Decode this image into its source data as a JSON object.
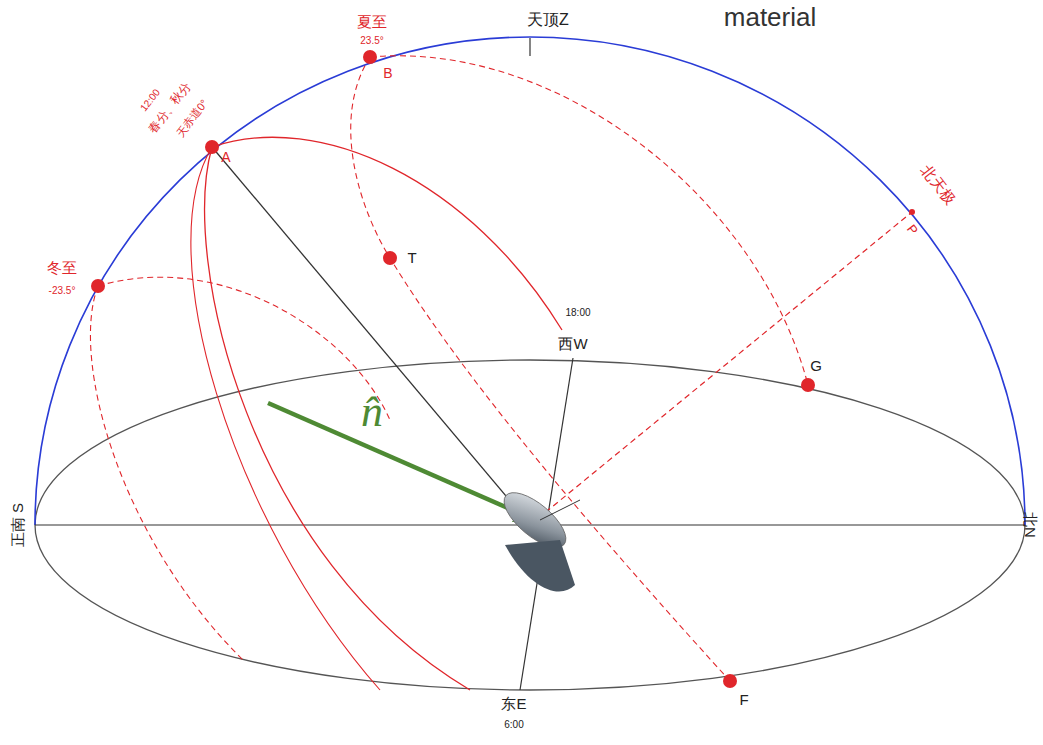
{
  "diagram": {
    "labels": [
      "material",
      "天顶Z",
      "夏至",
      "23.5°",
      "B",
      "12:00",
      "春分、秋分",
      "天赤道0°",
      "A",
      "冬至",
      "-23.5°",
      "北天极",
      "P",
      "T",
      "18:00",
      "西W",
      "G",
      "正南 S",
      "北N",
      "东E",
      "6:00",
      "F",
      "n̂"
    ]
  }
}
